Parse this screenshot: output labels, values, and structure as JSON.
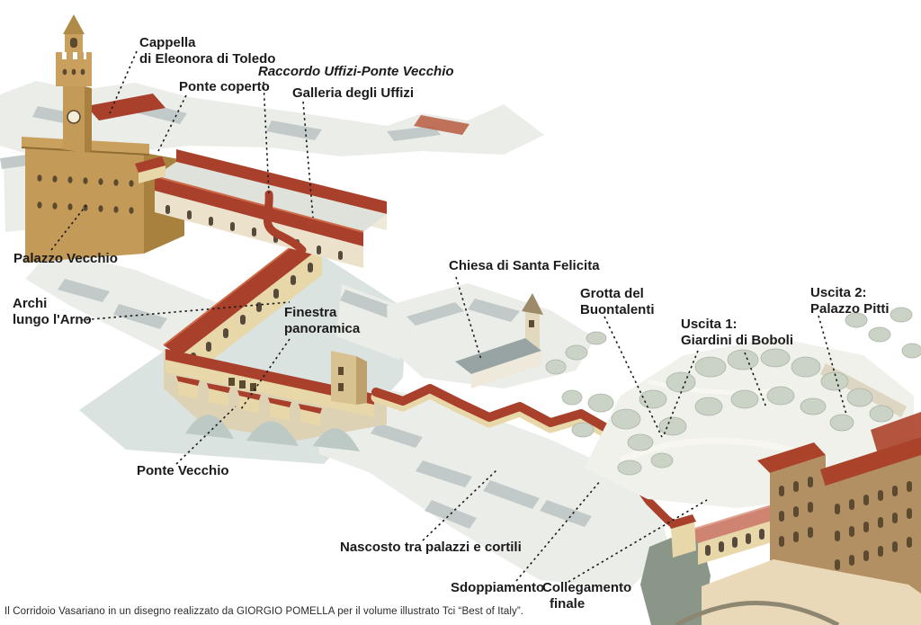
{
  "caption": "Il Corridoio Vasariano in un disegno realizzato da GIORGIO POMELLA per il volume illustrato Tci “Best of Italy”.",
  "colors": {
    "corridor_roof": "#a8402c",
    "corridor_wall": "#e7d7a9",
    "river": "#dbe3e0",
    "palazzo_vecchio_ochre": "#c49a58",
    "pitti_stone": "#b29064",
    "pitti_roof": "#ab432b",
    "boboli_trees": "#cbd3c7",
    "label_ink": "#1b1b1b"
  },
  "labels": {
    "cappella": {
      "line1": "Cappella",
      "line2": "di Eleonora di Toledo"
    },
    "raccordo": {
      "line1": "Raccordo Uffizi-Ponte Vecchio"
    },
    "ponte_coperto": {
      "line1": "Ponte coperto"
    },
    "galleria": {
      "line1": "Galleria degli Uffizi"
    },
    "palazzo_vecchio": {
      "line1": "Palazzo Vecchio"
    },
    "archi": {
      "line1": "Archi",
      "line2": "lungo l'Arno"
    },
    "finestra": {
      "line1": "Finestra",
      "line2": "panoramica"
    },
    "chiesa": {
      "line1": "Chiesa di Santa Felicita"
    },
    "grotta": {
      "line1": "Grotta del",
      "line2": "Buontalenti"
    },
    "uscita1": {
      "line1": "Uscita 1:",
      "line2": "Giardini di Boboli"
    },
    "uscita2": {
      "line1": "Uscita 2:",
      "line2": "Palazzo Pitti"
    },
    "ponte_vecchio": {
      "line1": "Ponte Vecchio"
    },
    "nascosto": {
      "line1": "Nascosto tra palazzi e cortili"
    },
    "sdoppiamento": {
      "line1": "Sdoppiamento"
    },
    "collegamento": {
      "line1": "Collegamento",
      "line2": "finale"
    }
  }
}
